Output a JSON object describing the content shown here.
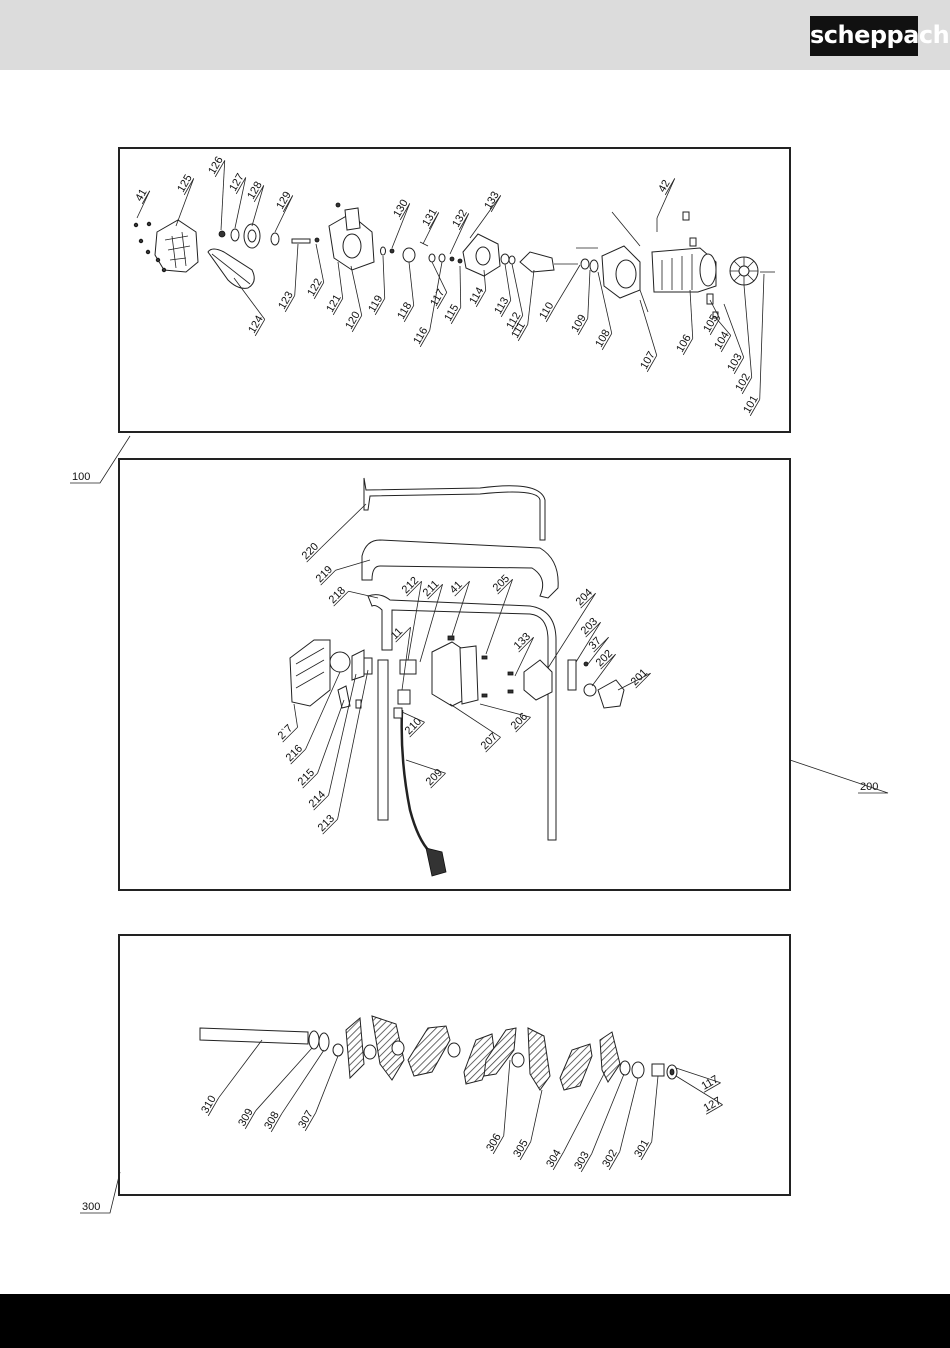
{
  "brand": "scheppach",
  "assemblies": [
    {
      "id": "100",
      "parts": [
        "41",
        "125",
        "126",
        "127",
        "128",
        "129",
        "130",
        "131",
        "132",
        "133",
        "124",
        "123",
        "122",
        "121",
        "120",
        "119",
        "118",
        "117",
        "116",
        "115",
        "114",
        "113",
        "112",
        "111",
        "110",
        "109",
        "108",
        "107",
        "106",
        "42",
        "105",
        "104",
        "103",
        "102",
        "101"
      ]
    },
    {
      "id": "200",
      "parts": [
        "220",
        "219",
        "218",
        "212",
        "211",
        "41",
        "205",
        "11",
        "204",
        "133",
        "203",
        "37",
        "202",
        "201",
        "2`7",
        "216",
        "215",
        "214",
        "213",
        "210",
        "209",
        "207",
        "206"
      ]
    },
    {
      "id": "300",
      "parts": [
        "310",
        "309",
        "308",
        "307",
        "306",
        "305",
        "304",
        "303",
        "302",
        "301",
        "117",
        "127"
      ]
    }
  ]
}
